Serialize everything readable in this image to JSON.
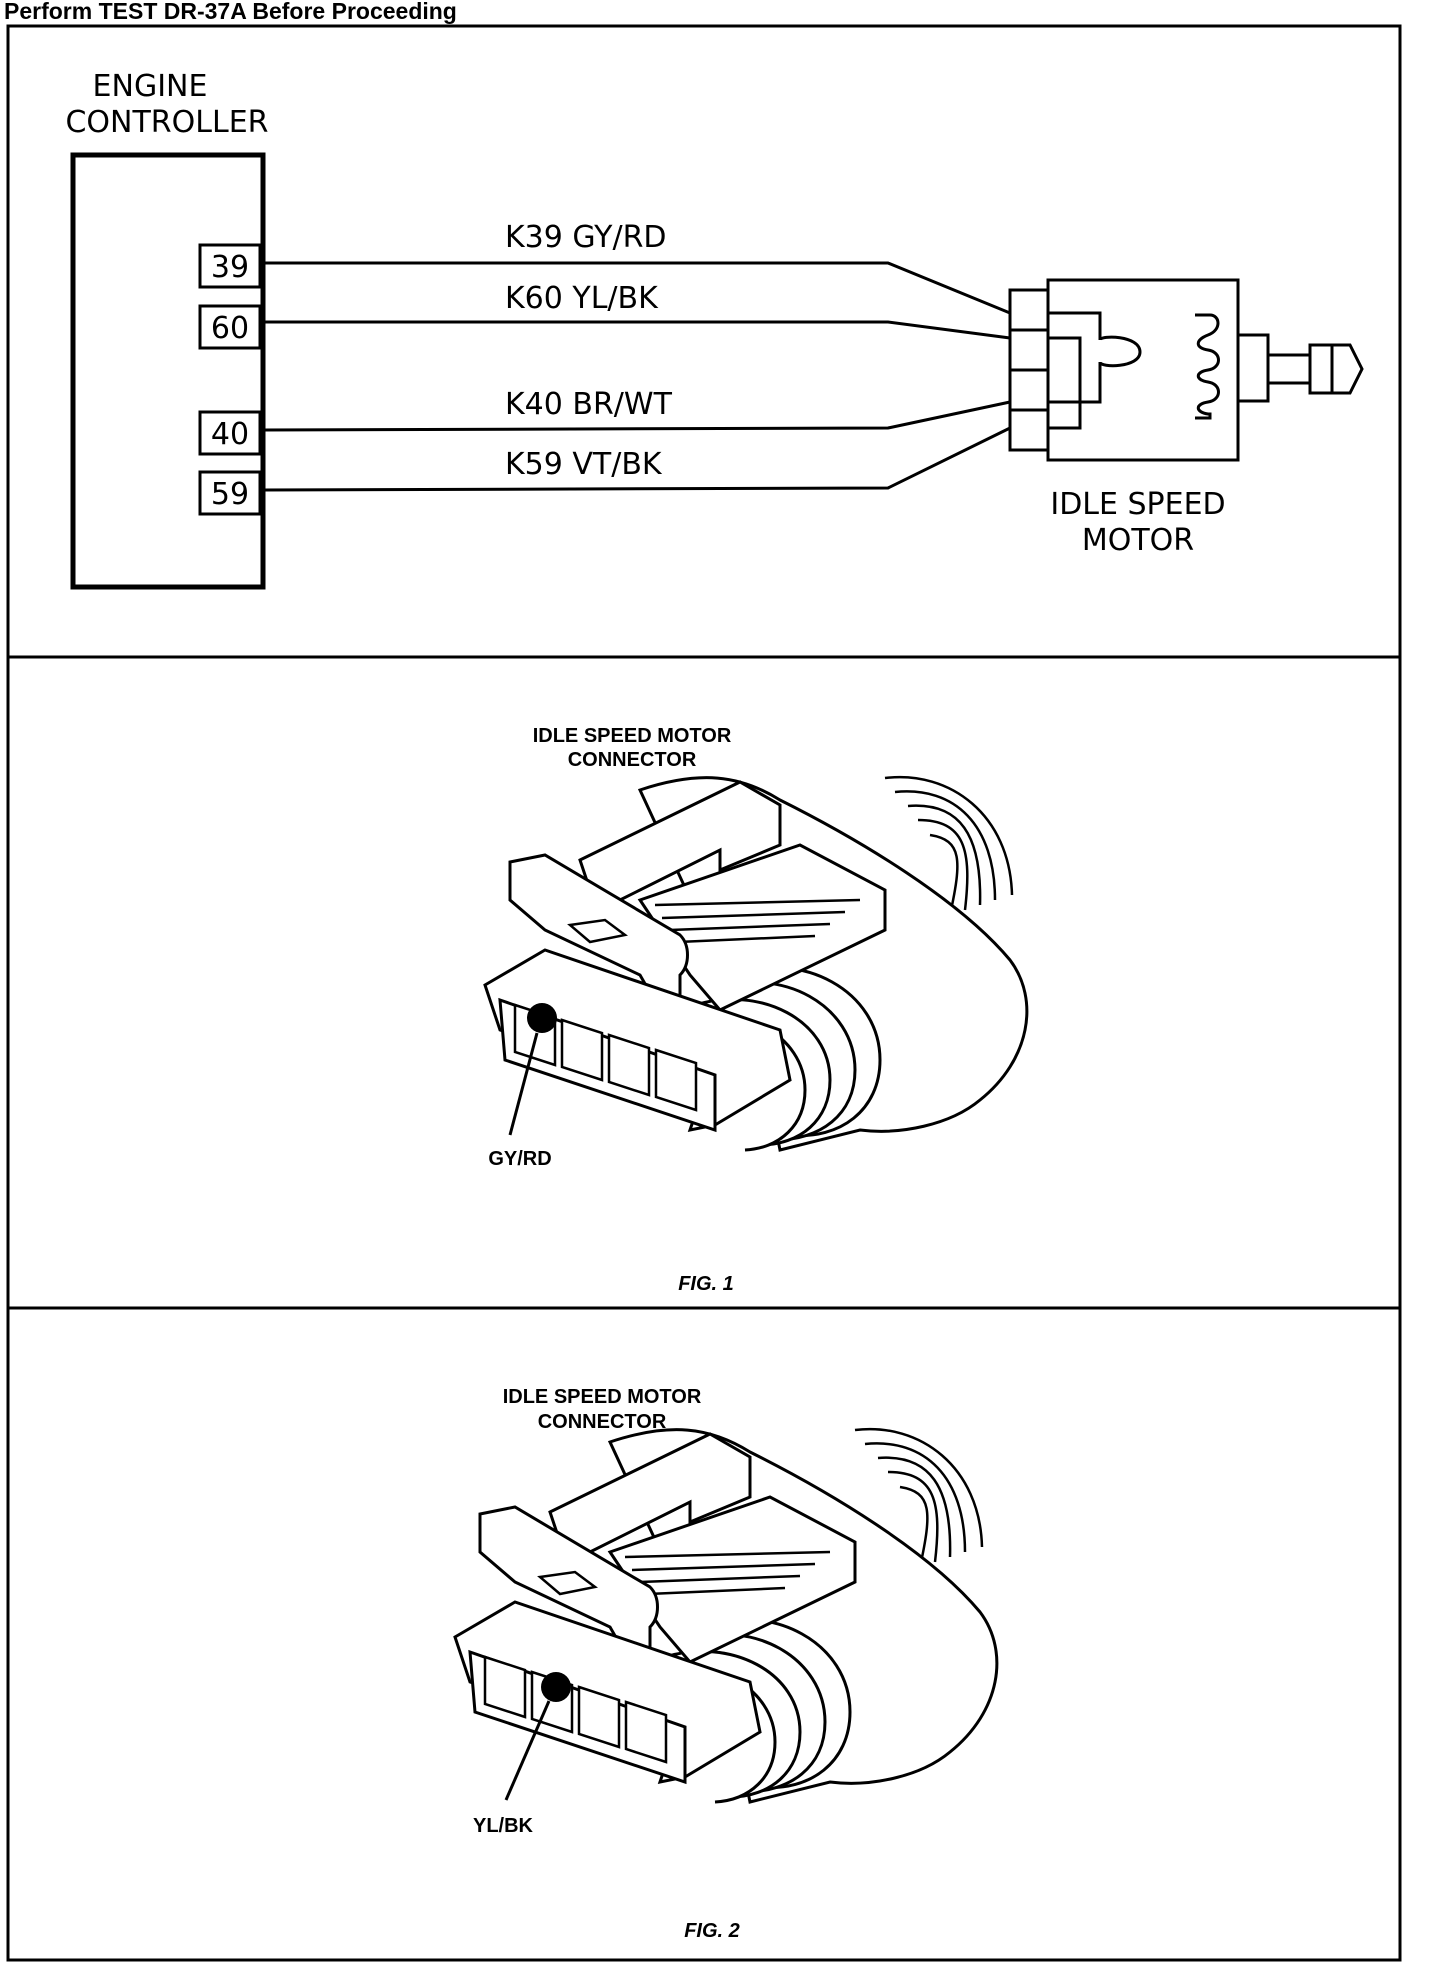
{
  "header": {
    "title": "Perform TEST DR-37A Before Proceeding"
  },
  "schematic": {
    "controller_label": [
      "ENGINE",
      "CONTROLLER"
    ],
    "pins": [
      {
        "pin": "39",
        "circuit": "K39 GY/RD"
      },
      {
        "pin": "60",
        "circuit": "K60 YL/BK"
      },
      {
        "pin": "40",
        "circuit": "K40 BR/WT"
      },
      {
        "pin": "59",
        "circuit": "K59 VT/BK"
      }
    ],
    "motor_label": [
      "IDLE SPEED",
      "MOTOR"
    ]
  },
  "figures": [
    {
      "title": [
        "IDLE SPEED MOTOR",
        "CONNECTOR"
      ],
      "pin_label": "GY/RD",
      "highlighted_cavity": 1,
      "caption": "FIG. 1"
    },
    {
      "title": [
        "IDLE SPEED MOTOR",
        "CONNECTOR"
      ],
      "pin_label": "YL/BK",
      "highlighted_cavity": 2,
      "caption": "FIG. 2"
    }
  ],
  "colors": {
    "ink": "#000000",
    "paper": "#ffffff"
  }
}
